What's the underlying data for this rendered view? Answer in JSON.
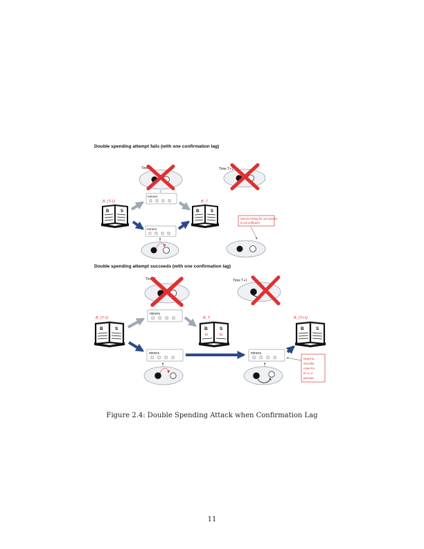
{
  "section1": {
    "title": "Double spending attempt fails (with one confirmation lag)",
    "time_left": "Time T",
    "time_right": "Time T+1",
    "book_left_label": "B_{T-1}",
    "book_mid_label": "B_T",
    "miners_label": "miners",
    "book_left_pages": [
      "B",
      "S"
    ],
    "book_mid_pages": [
      "B",
      "S"
    ],
    "callout": [
      "Secret mining for one period",
      "is not sufficient"
    ]
  },
  "section2": {
    "title": "Double spending attempt succeeds (with one confirmation lag)",
    "time_left": "Time T",
    "time_right": "Time T+1",
    "book_left_label": "B_{T-1}",
    "book_mid_label": "B_T",
    "book_right_label": "B_{T+1}",
    "miners_label": "miners",
    "book_pages": [
      "B",
      "S"
    ],
    "book_mid_entries": [
      "- $1",
      "- $1"
    ],
    "callout": [
      "Need to",
      "secretly",
      "mine for",
      "N+1=2",
      "periods"
    ]
  },
  "caption": "Figure 2.4: Double Spending Attack when Confirmation Lag",
  "page_number": "11",
  "colors": {
    "arrow_blue": "#2b4a8a",
    "arrow_grey": "#9ea7b3",
    "cross_red": "#e03030",
    "label_red": "#d23a3a",
    "ellipse_fill": "#eef0f4",
    "ellipse_stroke": "#9aa2ad"
  }
}
